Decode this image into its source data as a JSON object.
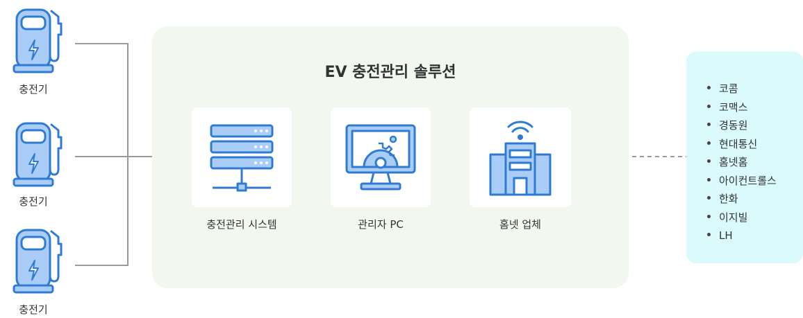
{
  "chargers": [
    {
      "label": "충전기"
    },
    {
      "label": "충전기"
    },
    {
      "label": "충전기"
    }
  ],
  "solution": {
    "title": "EV 충전관리 솔루션",
    "nodes": [
      {
        "label": "충전관리 시스템",
        "icon": "server-icon"
      },
      {
        "label": "관리자 PC",
        "icon": "monitor-gear-icon"
      },
      {
        "label": "홈넷 업체",
        "icon": "building-wifi-icon"
      }
    ]
  },
  "vendors": [
    "코콤",
    "코맥스",
    "경동원",
    "현대통신",
    "홈넷홈",
    "아이컨트롤스",
    "한화",
    "이지빌",
    "LH"
  ],
  "colors": {
    "icon_fill": "#a9cdf7",
    "icon_stroke": "#2e7bd1",
    "solution_bg": "#f2f7f0",
    "vendor_bg": "#dafafc",
    "connector": "#999999"
  }
}
